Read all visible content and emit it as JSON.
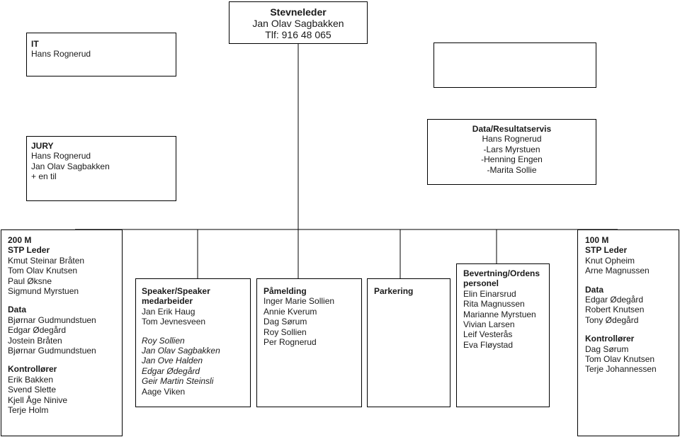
{
  "head": {
    "title": "Stevneleder",
    "name": "Jan Olav Sagbakken",
    "phone": "Tlf: 916 48 065"
  },
  "it": {
    "title": "IT",
    "name": "Hans Rognerud"
  },
  "jury": {
    "title": "JURY",
    "members": [
      "Hans Rognerud",
      "Jan Olav Sagbakken",
      "+ en til"
    ]
  },
  "data_results": {
    "title": "Data/Resultatservis",
    "members": [
      "Hans Rognerud",
      "-Lars Myrstuen",
      "-Henning Engen",
      "-Marita Sollie"
    ]
  },
  "m200": {
    "title": "200 M",
    "leader_title": "STP Leder",
    "leaders": [
      "Kmut Steinar Bråten",
      "Tom Olav Knutsen",
      "Paul Øksne",
      "Sigmund Myrstuen"
    ],
    "data_title": "Data",
    "data": [
      "Bjørnar Gudmundstuen",
      "Edgar Ødegård",
      "Jostein Bråten",
      "Bjørnar Gudmundstuen"
    ],
    "ctrl_title": "Kontrollører",
    "ctrl": [
      "Erik Bakken",
      "Svend Slette",
      "Kjell Åge Ninive",
      "Terje Holm"
    ]
  },
  "speaker": {
    "title_1": "Speaker/Speaker",
    "title_2": "medarbeider",
    "members": [
      "Jan Erik Haug",
      "Tom Jevnesveen"
    ],
    "italic_members": [
      "Roy Sollien",
      "Jan Olav Sagbakken",
      "Jan Ove Halden",
      "Edgar Ødegård",
      "Geir Martin Steinsli"
    ],
    "last": "Aage Viken"
  },
  "registration": {
    "title": "Påmelding",
    "members": [
      "Inger Marie Sollien",
      "Annie Kverum",
      "Dag Sørum",
      "Roy Sollien",
      "Per Rognerud"
    ]
  },
  "parking": {
    "title": "Parkering"
  },
  "hospitality": {
    "title_1": "Bevertning/Ordens",
    "title_2": "personel",
    "members": [
      "Elin Einarsrud",
      "Rita Magnussen",
      "Marianne Myrstuen",
      "Vivian Larsen",
      "Leif Vesterås",
      "Eva Fløystad"
    ]
  },
  "m100": {
    "title": "100 M",
    "leader_title": "STP Leder",
    "leaders": [
      "Knut Opheim",
      "Arne Magnussen"
    ],
    "data_title": "Data",
    "data": [
      "Edgar Ødegård",
      "Robert Knutsen",
      "Tony Ødegård"
    ],
    "ctrl_title": "Kontrollører",
    "ctrl": [
      "Dag Sørum",
      "Tom Olav Knutsen",
      "Terje Johannessen"
    ]
  }
}
